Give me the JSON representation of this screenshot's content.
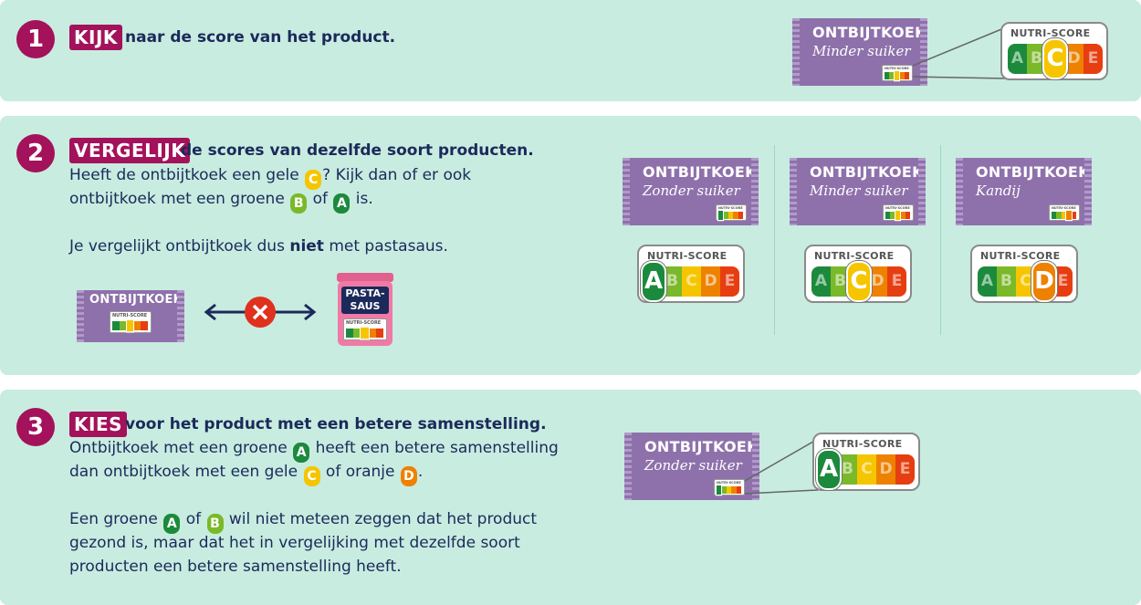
{
  "nutri_label": "NUTRI-SCORE",
  "letters": [
    "A",
    "B",
    "C",
    "D",
    "E"
  ],
  "colors": {
    "A": "#1c8a3c",
    "B": "#7ab929",
    "C": "#f5c600",
    "D": "#ee8100",
    "E": "#e63e11",
    "accent": "#a3125a",
    "panel": "#c8ece0",
    "wrapper": "#8e71ab"
  },
  "step1": {
    "number": "1",
    "verb": "KIJK",
    "text": "naar de score van het product.",
    "product": {
      "brand": "ONTBIJTKOEK",
      "variant": "Minder suiker"
    },
    "score": "C"
  },
  "step2": {
    "number": "2",
    "verb": "VERGELIJK",
    "text": "de scores van dezelfde soort producten.",
    "line1_a": "Heeft de ontbijtkoek een gele",
    "line1_b": "? Kijk dan of er ook",
    "line2_a": "ontbijtkoek met een groene",
    "line2_b": "of",
    "line2_c": "is.",
    "line3_a": "Je vergelijkt ontbijtkoek dus",
    "line3_b": "niet",
    "line3_c": "met pastasaus.",
    "left_product": "ONTBIJTKOEK",
    "right_product_1": "PASTA-",
    "right_product_2": "SAUS",
    "products": [
      {
        "brand": "ONTBIJTKOEK",
        "variant": "Zonder suiker",
        "score": "A"
      },
      {
        "brand": "ONTBIJTKOEK",
        "variant": "Minder suiker",
        "score": "C"
      },
      {
        "brand": "ONTBIJTKOEK",
        "variant": "Kandij",
        "score": "D"
      }
    ]
  },
  "step3": {
    "number": "3",
    "verb": "KIES",
    "text": "voor het product met een betere samenstelling.",
    "line1_a": "Ontbijtkoek met een groene",
    "line1_b": "heeft een betere samenstelling",
    "line2_a": "dan ontbijtkoek met een gele",
    "line2_b": "of oranje",
    "line2_c": ".",
    "line3_a": "Een groene",
    "line3_b": "of",
    "line3_c": "wil niet meteen zeggen dat het product",
    "line4": "gezond is, maar dat het in vergelijking met dezelfde soort",
    "line5": "producten een betere samenstelling heeft.",
    "product": {
      "brand": "ONTBIJTKOEK",
      "variant": "Zonder suiker"
    },
    "score": "A"
  }
}
